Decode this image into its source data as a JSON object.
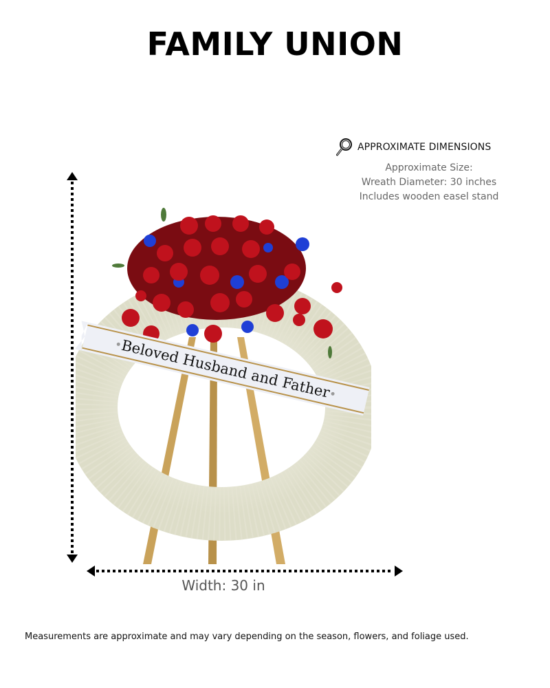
{
  "header": {
    "title": "FAMILY UNION"
  },
  "dimensions": {
    "icon": "magnifier-icon",
    "heading": "APPROXIMATE DIMENSIONS",
    "lines": [
      "Approximate Size:",
      "Wreath Diameter: 30 inches",
      "Includes wooden easel stand"
    ]
  },
  "product_image": {
    "ribbon_text": "Beloved Husband and Father",
    "colors": {
      "roses": "#b3101a",
      "delphinium": "#1f3fd6",
      "carnations": "#efeee2",
      "easel": "#c9a25a",
      "ribbon": "#eef0f6",
      "ribbon_trim": "#b8924a"
    }
  },
  "measurements": {
    "width_label": "Width: 30 in",
    "arrow_color": "#000000"
  },
  "footer": {
    "note": "Measurements are approximate and may vary depending on the season, flowers, and foliage used."
  }
}
